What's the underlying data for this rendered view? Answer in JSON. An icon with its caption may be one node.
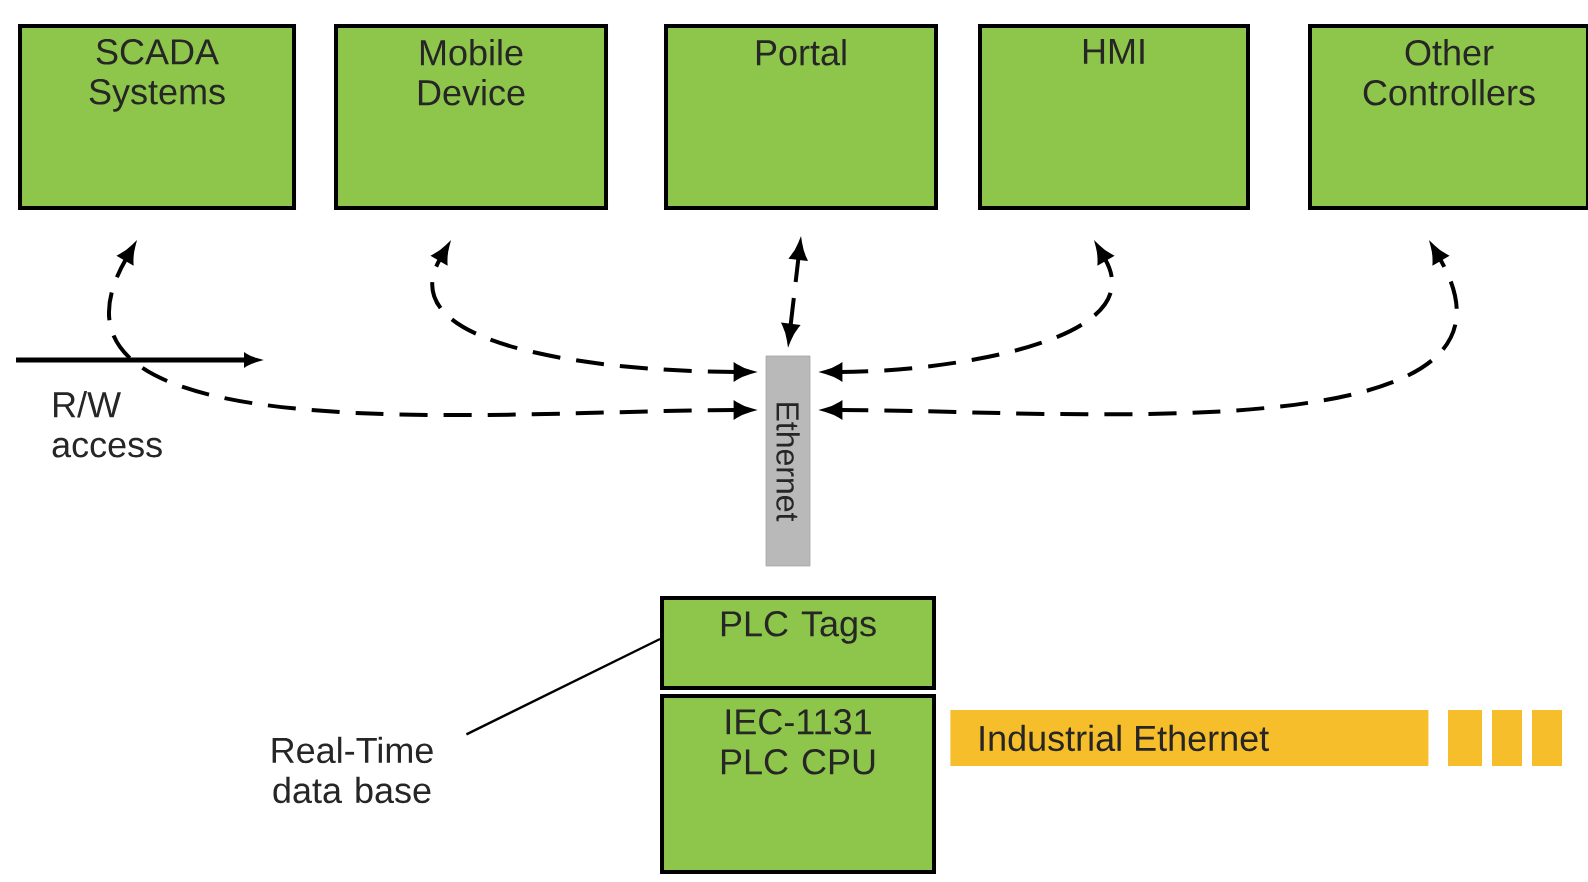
{
  "diagram": {
    "nodes": [
      {
        "text": [
          "SCADA Systems"
        ]
      },
      {
        "text": [
          "Mobile Device"
        ]
      },
      {
        "text": [
          "Portal"
        ]
      },
      {
        "text": [
          "HMI"
        ]
      },
      {
        "text": [
          "Other Controllers"
        ]
      },
      {
        "text": [
          "Ethernet"
        ]
      },
      {
        "text": [
          "PLC Tags"
        ]
      },
      {
        "text": [
          "IEC-1131 PLC CPU"
        ]
      },
      {
        "text": [
          "Real-Time data base"
        ]
      },
      {
        "text": [
          "Industrial Ethernet"
        ]
      }
    ],
    "edges": [
      {
        "from": 5,
        "to": 0,
        "arrow": "both",
        "style": "dashed"
      },
      {
        "from": 5,
        "to": 1,
        "arrow": "both",
        "style": "dashed"
      },
      {
        "from": 5,
        "to": 2,
        "arrow": "both",
        "style": "dashed"
      },
      {
        "from": 5,
        "to": 3,
        "arrow": "both",
        "style": "dashed"
      },
      {
        "from": 5,
        "to": 4,
        "arrow": "both",
        "style": "dashed"
      },
      {
        "from": 8,
        "to": 6,
        "arrow": "none"
      }
    ],
    "legend": [
      {
        "text": "R/W access"
      }
    ]
  }
}
